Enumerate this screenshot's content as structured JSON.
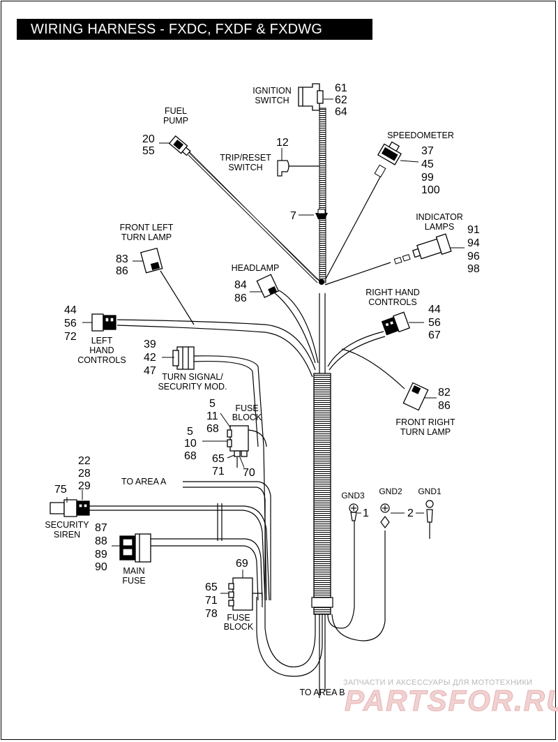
{
  "title": "WIRING HARNESS - FXDC, FXDF & FXDWG",
  "components": {
    "ignition_switch": {
      "label": [
        "IGNITION",
        "SWITCH"
      ],
      "refs": [
        "61",
        "62",
        "64"
      ]
    },
    "fuel_pump": {
      "label": [
        "FUEL",
        "PUMP"
      ],
      "refs": [
        "20",
        "55"
      ]
    },
    "trip_reset_switch": {
      "label": [
        "TRIP/RESET",
        "SWITCH"
      ],
      "refs": [
        "12"
      ]
    },
    "speedometer": {
      "label": [
        "SPEEDOMETER"
      ],
      "refs": [
        "37",
        "45",
        "99",
        "100"
      ]
    },
    "clip": {
      "refs": [
        "7"
      ]
    },
    "indicator_lamps": {
      "label": [
        "INDICATOR",
        "LAMPS"
      ],
      "refs": [
        "91",
        "94",
        "96",
        "98"
      ]
    },
    "front_left_turn_lamp": {
      "label": [
        "FRONT LEFT",
        "TURN LAMP"
      ],
      "refs": [
        "83",
        "86"
      ]
    },
    "headlamp": {
      "label": [
        "HEADLAMP"
      ],
      "refs": [
        "84",
        "86"
      ]
    },
    "right_hand_controls": {
      "label": [
        "RIGHT HAND",
        "CONTROLS"
      ],
      "refs": [
        "44",
        "56",
        "67"
      ]
    },
    "left_hand_controls": {
      "label": [
        "LEFT",
        "HAND",
        "CONTROLS"
      ],
      "refs": [
        "44",
        "56",
        "72"
      ]
    },
    "turn_signal_module": {
      "label": [
        "TURN SIGNAL/",
        "SECURITY MOD."
      ],
      "refs": [
        "39",
        "42",
        "47"
      ]
    },
    "front_right_turn_lamp": {
      "label": [
        "FRONT RIGHT",
        "TURN LAMP"
      ],
      "refs": [
        "82",
        "86"
      ]
    },
    "fuse_block_upper": {
      "label": [
        "FUSE",
        "BLOCK"
      ],
      "refs_top": [
        "5",
        "11",
        "68"
      ],
      "refs_left": [
        "5",
        "10",
        "68"
      ],
      "refs_bottom": [
        "65",
        "71"
      ],
      "refs_right": [
        "70"
      ]
    },
    "to_area_a": {
      "label": "TO AREA A"
    },
    "security_siren": {
      "label": [
        "SECURITY",
        "SIREN"
      ],
      "refs_left": [
        "75"
      ],
      "refs_top": [
        "22",
        "28",
        "29"
      ]
    },
    "main_fuse": {
      "label": [
        "MAIN",
        "FUSE"
      ],
      "refs": [
        "87",
        "88",
        "89",
        "90"
      ]
    },
    "fuse_block_lower": {
      "label": [
        "FUSE",
        "BLOCK"
      ],
      "refs_top": [
        "69"
      ],
      "refs_left": [
        "65",
        "71",
        "78"
      ]
    },
    "grounds": {
      "gnd3": {
        "label": "GND3",
        "ref": "1"
      },
      "gnd2": {
        "label": "GND2",
        "ref": "2"
      },
      "gnd1": {
        "label": "GND1"
      }
    },
    "to_area_b": {
      "label": "TO AREA B"
    }
  },
  "watermark": {
    "line1": "ЗАПЧАСТИ И АКСЕССУАРЫ ДЛЯ МОТОТЕХНИКИ",
    "line2": "PARTSFOR.RU"
  }
}
